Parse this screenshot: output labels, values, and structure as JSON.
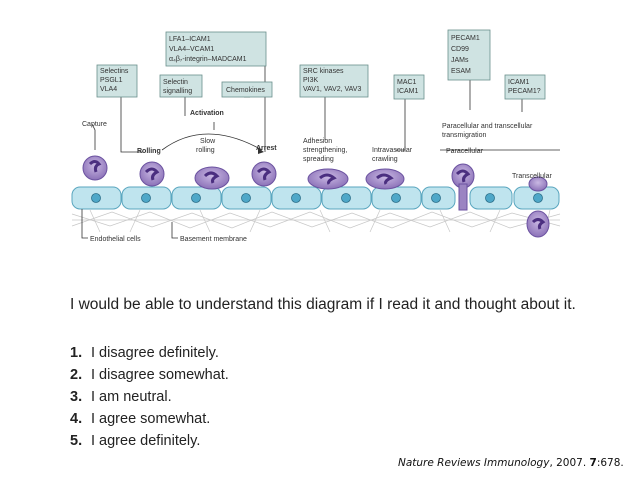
{
  "diagram": {
    "boxes": [
      {
        "id": "selectins",
        "lines": [
          "Selectins",
          "PSGL1",
          "VLA4"
        ]
      },
      {
        "id": "selectin-signalling",
        "lines": [
          "Selectin",
          "signalling"
        ]
      },
      {
        "id": "chemokines",
        "lines": [
          "Chemokines"
        ]
      },
      {
        "id": "integrins",
        "lines": [
          "LFA1–ICAM1",
          "VLA4–VCAM1",
          "α₄β₇-integrin–MADCAM1"
        ]
      },
      {
        "id": "src-kinases",
        "lines": [
          "SRC kinases",
          "PI3K",
          "VAV1, VAV2, VAV3"
        ]
      },
      {
        "id": "mac1",
        "lines": [
          "MAC1",
          "ICAM1"
        ]
      },
      {
        "id": "pecam",
        "lines": [
          "PECAM1",
          "CD99",
          "JAMs",
          "ESAM"
        ]
      },
      {
        "id": "icam-pecam",
        "lines": [
          "ICAM1",
          "PECAM1?"
        ]
      }
    ],
    "stages": {
      "capture": "Capture",
      "rolling": "Rolling",
      "activation": "Activation",
      "slow_rolling": [
        "Slow",
        "rolling"
      ],
      "arrest": "Arrest",
      "adhesion": [
        "Adhesion",
        "strengthening,",
        "spreading"
      ],
      "crawling": [
        "Intravascular",
        "crawling"
      ],
      "transmigration": [
        "Paracellular and transcellular",
        "transmigration"
      ],
      "paracellular": "Paracellular",
      "transcellular": "Transcellular"
    },
    "bottom_labels": {
      "endothelial": "Endothelial cells",
      "basement": "Basement membrane"
    },
    "colors": {
      "box_fill": "#cfe3e2",
      "endothelium": "#bfe4ee",
      "leukocyte": "#9b84c2",
      "nucleus": "#5b3f8f"
    }
  },
  "question": "I would be able to understand this diagram if I read it and thought about it.",
  "options": [
    {
      "num": "1.",
      "text": "I disagree definitely."
    },
    {
      "num": "2.",
      "text": "I disagree somewhat."
    },
    {
      "num": "3.",
      "text": "I am neutral."
    },
    {
      "num": "4.",
      "text": "I agree somewhat."
    },
    {
      "num": "5.",
      "text": "I agree definitely."
    }
  ],
  "citation": {
    "journal": "Nature Reviews Immunology",
    "rest": ", 2007.  ",
    "volume": "7",
    "pages": ":678."
  }
}
